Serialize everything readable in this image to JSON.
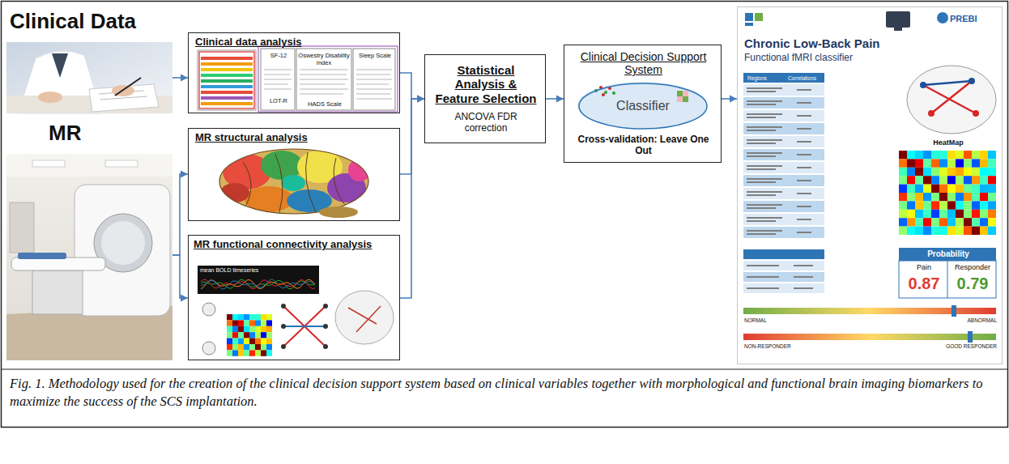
{
  "diagram": {
    "caption": "Fig. 1. Methodology used for the creation of the clinical decision support system based on clinical variables together with morphological and functional brain imaging biomarkers to maximize the success of the SCS implantation.",
    "nodes": [
      {
        "text": [
          "Clinical Data"
        ]
      },
      {
        "text": [
          "MR"
        ]
      },
      {
        "text": [
          "Clinical data analysis",
          "SF-12",
          "Oswestry Disability Index",
          "Sleep Scale",
          "LOT-R",
          "HADS Scale"
        ]
      },
      {
        "text": [
          "MR structural analysis"
        ]
      },
      {
        "text": [
          "MR functional connectivity analysis",
          "mean BOLD timeseries"
        ]
      },
      {
        "text": [
          "Statistical Analysis & Feature Selection",
          "ANCOVA FDR correction"
        ]
      },
      {
        "text": [
          "Clinical Decision Support System",
          "Cross-validation: Leave One Out"
        ]
      },
      {
        "text": [
          "Classifier"
        ],
        "in": 6
      },
      {
        "text": [
          "Chronic Low-Back Pain",
          "Functional fMRI classifier",
          "PREBI",
          "Regions",
          "Correlations",
          "HeatMap",
          "Probability",
          "Pain",
          "Responder",
          "0.87",
          "0.79",
          "NORMAL",
          "ABNORMAL",
          "NON-RESPONDER",
          "GOOD RESPONDER"
        ]
      }
    ],
    "edges": [
      {
        "from": 0,
        "to": 2,
        "arrow": "to"
      },
      {
        "from": 1,
        "to": 3,
        "arrow": "to"
      },
      {
        "from": 1,
        "to": 4,
        "arrow": "to"
      },
      {
        "from": 2,
        "to": 5,
        "arrow": "to"
      },
      {
        "from": 3,
        "to": 5,
        "arrow": "to"
      },
      {
        "from": 4,
        "to": 5,
        "arrow": "to"
      },
      {
        "from": 5,
        "to": 6,
        "arrow": "to"
      },
      {
        "from": 6,
        "to": 8,
        "arrow": "to"
      }
    ]
  }
}
